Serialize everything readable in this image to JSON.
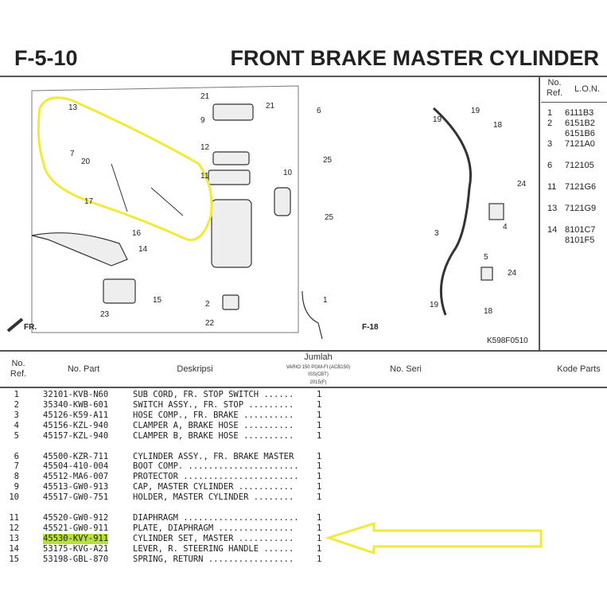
{
  "header": {
    "code": "F-5-10",
    "title": "FRONT BRAKE MASTER CYLINDER"
  },
  "lon_table": {
    "col_ref": "No. Ref.",
    "col_lon": "L.O.N.",
    "rows": [
      {
        "ref": "1",
        "lon": "6111B3"
      },
      {
        "ref": "2",
        "lon": "6151B2"
      },
      {
        "ref": "",
        "lon": "6151B6"
      },
      {
        "ref": "3",
        "lon": "7121A0"
      },
      {
        "ref": "6",
        "lon": "712105"
      },
      {
        "ref": "11",
        "lon": "7121G6"
      },
      {
        "ref": "13",
        "lon": "7121G9"
      },
      {
        "ref": "14",
        "lon": "8101C7"
      },
      {
        "ref": "",
        "lon": "8101F5"
      }
    ]
  },
  "diagram": {
    "callouts": [
      "13",
      "7",
      "20",
      "21",
      "21",
      "9",
      "12",
      "11",
      "6",
      "25",
      "25",
      "10",
      "17",
      "16",
      "14",
      "15",
      "23",
      "2",
      "22",
      "1",
      "19",
      "19",
      "18",
      "24",
      "3",
      "4",
      "5",
      "24",
      "19",
      "18"
    ],
    "fr_label": "FR.",
    "f18_label": "F-18",
    "figure_code": "K598F0510"
  },
  "parts_table": {
    "headers": {
      "ref": "No. Ref.",
      "part": "No. Part",
      "desc": "Deskripsi",
      "qty_title": "Jumlah",
      "qty_model": "VARIO 150 PGM-FI (ACB150)",
      "qty_sub": "ISS(CBT)",
      "qty_year": "2015(F)",
      "serial": "No. Seri",
      "code": "Kode Parts"
    },
    "rows": [
      {
        "ref": "1",
        "part": "32101-KVB-N60",
        "desc": "SUB CORD, FR. STOP SWITCH ......",
        "qty": "1"
      },
      {
        "ref": "2",
        "part": "35340-KWB-601",
        "desc": "SWITCH ASSY., FR. STOP .........",
        "qty": "1"
      },
      {
        "ref": "3",
        "part": "45126-K59-A11",
        "desc": "HOSE COMP., FR. BRAKE ..........",
        "qty": "1"
      },
      {
        "ref": "4",
        "part": "45156-KZL-940",
        "desc": "CLAMPER A, BRAKE HOSE ..........",
        "qty": "1"
      },
      {
        "ref": "5",
        "part": "45157-KZL-940",
        "desc": "CLAMPER B, BRAKE HOSE ..........",
        "qty": "1"
      },
      {
        "ref": "6",
        "part": "45500-KZR-711",
        "desc": "CYLINDER ASSY., FR. BRAKE MASTER",
        "qty": "1"
      },
      {
        "ref": "7",
        "part": "45504-410-004",
        "desc": "BOOT COMP. ......................",
        "qty": "1"
      },
      {
        "ref": "8",
        "part": "45512-MA6-007",
        "desc": "PROTECTOR .......................",
        "qty": "1"
      },
      {
        "ref": "9",
        "part": "45513-GW0-913",
        "desc": "CAP, MASTER CYLINDER ...........",
        "qty": "1"
      },
      {
        "ref": "10",
        "part": "45517-GW0-751",
        "desc": "HOLDER, MASTER CYLINDER ........",
        "qty": "1"
      },
      {
        "ref": "11",
        "part": "45520-GW0-912",
        "desc": "DIAPHRAGM .......................",
        "qty": "1"
      },
      {
        "ref": "12",
        "part": "45521-GW0-911",
        "desc": "PLATE, DIAPHRAGM ...............",
        "qty": "1"
      },
      {
        "ref": "13",
        "part": "45530-KVY-911",
        "desc": "CYLINDER SET, MASTER ...........",
        "qty": "1"
      },
      {
        "ref": "14",
        "part": "53175-KVG-A21",
        "desc": "LEVER, R. STEERING HANDLE ......",
        "qty": "1"
      },
      {
        "ref": "15",
        "part": "53198-GBL-870",
        "desc": "SPRING, RETURN .................",
        "qty": "1"
      }
    ]
  },
  "annotation": {
    "highlight_color": "#f2ea3a",
    "highlighted_ref": "13"
  }
}
